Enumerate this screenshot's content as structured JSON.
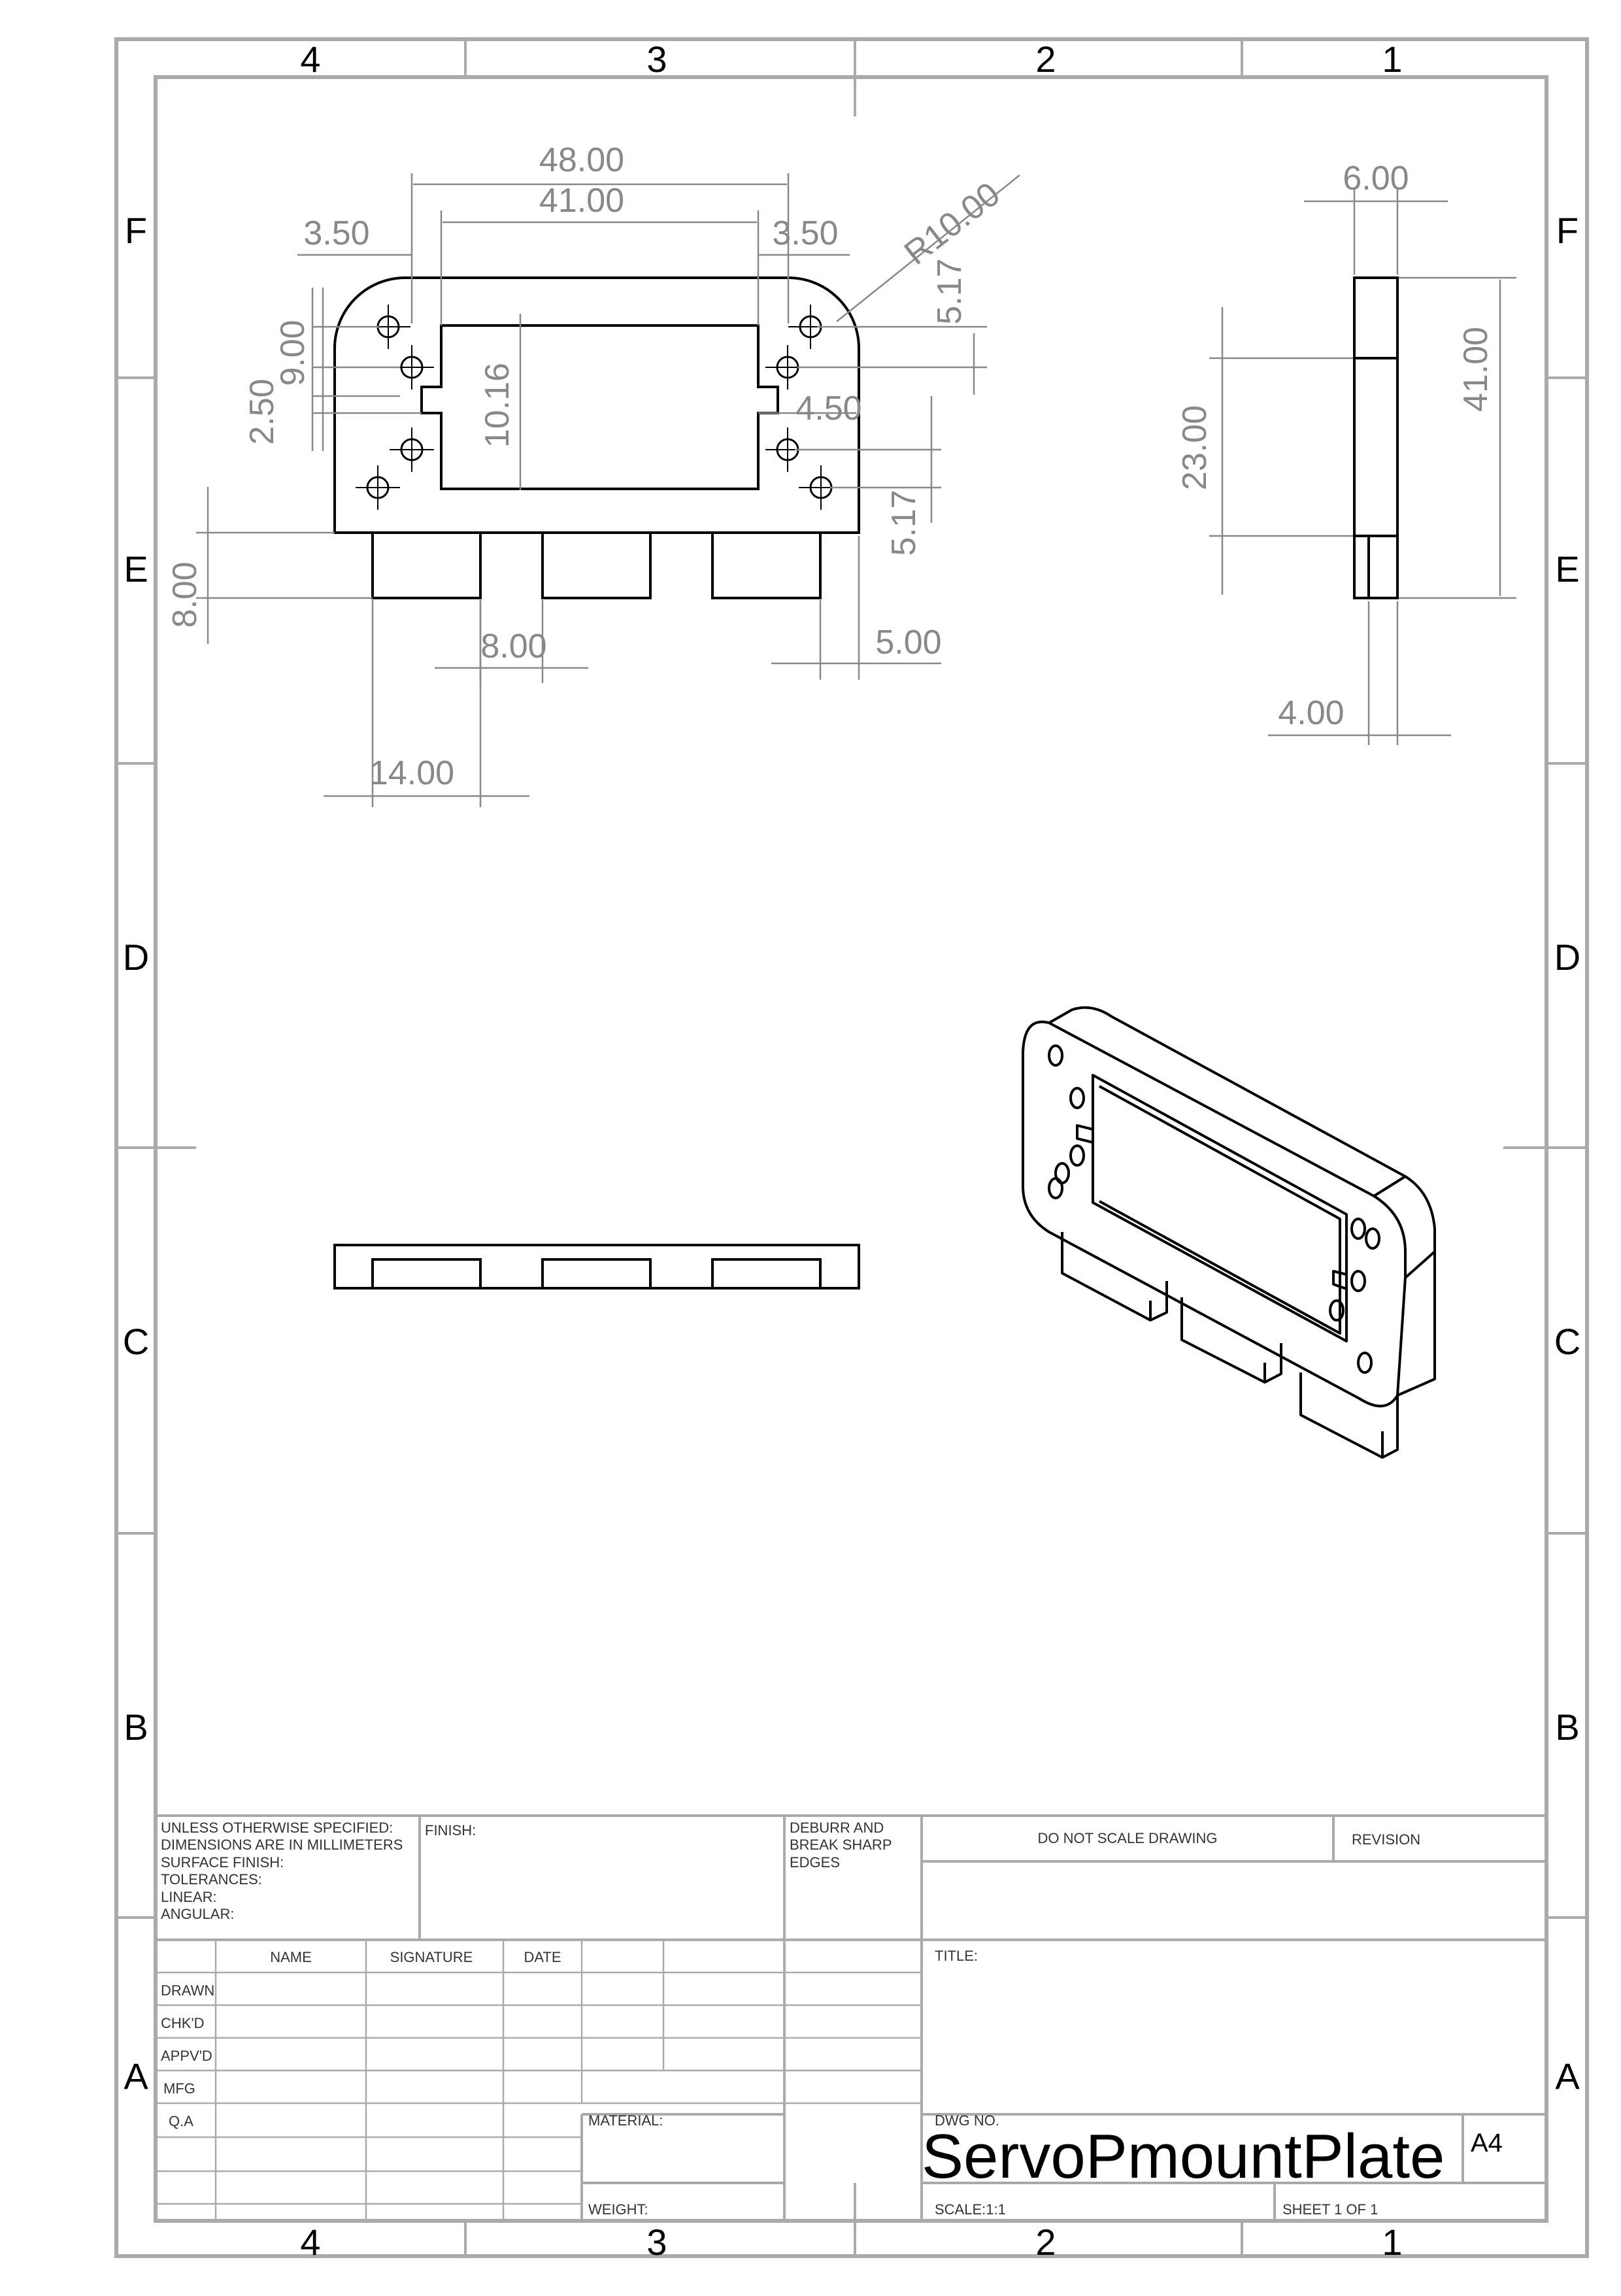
{
  "border": {
    "columns": [
      "4",
      "3",
      "2",
      "1"
    ],
    "rows": [
      "F",
      "E",
      "D",
      "C",
      "B",
      "A"
    ]
  },
  "dimensions": {
    "front": {
      "overall_width": "48.00",
      "window_width": "41.00",
      "left_offset": "3.50",
      "right_offset": "3.50",
      "radius": "R10.00",
      "hole_v_top": "5.17",
      "hole_v_bottom": "5.17",
      "hole_spacing": "9.00",
      "notch": "2.50",
      "window_height": "10.16",
      "notch_depth": "4.50",
      "tab_height": "8.00",
      "tab_gap": "8.00",
      "tab_edge": "5.00",
      "tab_width": "14.00"
    },
    "side": {
      "thickness": "6.00",
      "height": "41.00",
      "upper_height": "23.00",
      "tab_thickness": "4.00"
    }
  },
  "title_block": {
    "general_notes": "UNLESS OTHERWISE SPECIFIED:\nDIMENSIONS ARE IN MILLIMETERS\nSURFACE FINISH:\nTOLERANCES:\n   LINEAR:\n   ANGULAR:",
    "finish": "FINISH:",
    "deburr": "DEBURR AND\nBREAK SHARP\nEDGES",
    "do_not_scale": "DO NOT SCALE DRAWING",
    "revision": "REVISION",
    "title_label": "TITLE:",
    "headers": [
      "NAME",
      "SIGNATURE",
      "DATE"
    ],
    "roles": [
      "DRAWN",
      "CHK'D",
      "APPV'D",
      "MFG",
      "Q.A"
    ],
    "material": "MATERIAL:",
    "weight": "WEIGHT:",
    "dwg_no_label": "DWG NO.",
    "drawing_name": "ServoPmountPlate",
    "sheet_size": "A4",
    "scale": "SCALE:1:1",
    "sheet": "SHEET 1 OF 1"
  }
}
